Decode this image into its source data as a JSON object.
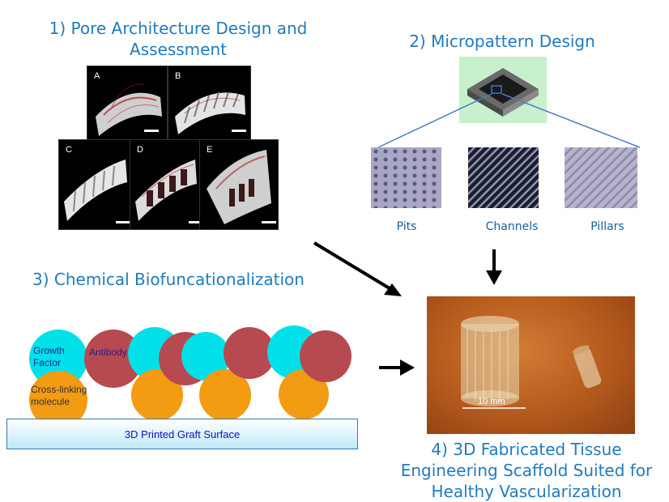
{
  "sections": {
    "pore": {
      "title": "1) Pore Architecture Design and Assessment",
      "panels": [
        "A",
        "B",
        "C",
        "D",
        "E"
      ]
    },
    "micropattern": {
      "title": "2) Micropattern Design",
      "patterns": [
        "Pits",
        "Channels",
        "Pillars"
      ]
    },
    "chemical": {
      "title": "3) Chemical Biofuncationalization",
      "labels": {
        "growth_factor": "Growth Factor",
        "antibody": "Antibody",
        "crosslinking": "Cross-linking molecule"
      },
      "surface": "3D Printed Graft Surface"
    },
    "scaffold": {
      "title": "4) 3D Fabricated Tissue Engineering Scaffold Suited for Healthy Vascularization",
      "scale_label": "10 mm"
    }
  },
  "colors": {
    "title": "#1f7bbf",
    "cyan": "#00e0e8",
    "red": "#b64a50",
    "orange": "#f39b12",
    "surface_text": "#1010c0"
  }
}
